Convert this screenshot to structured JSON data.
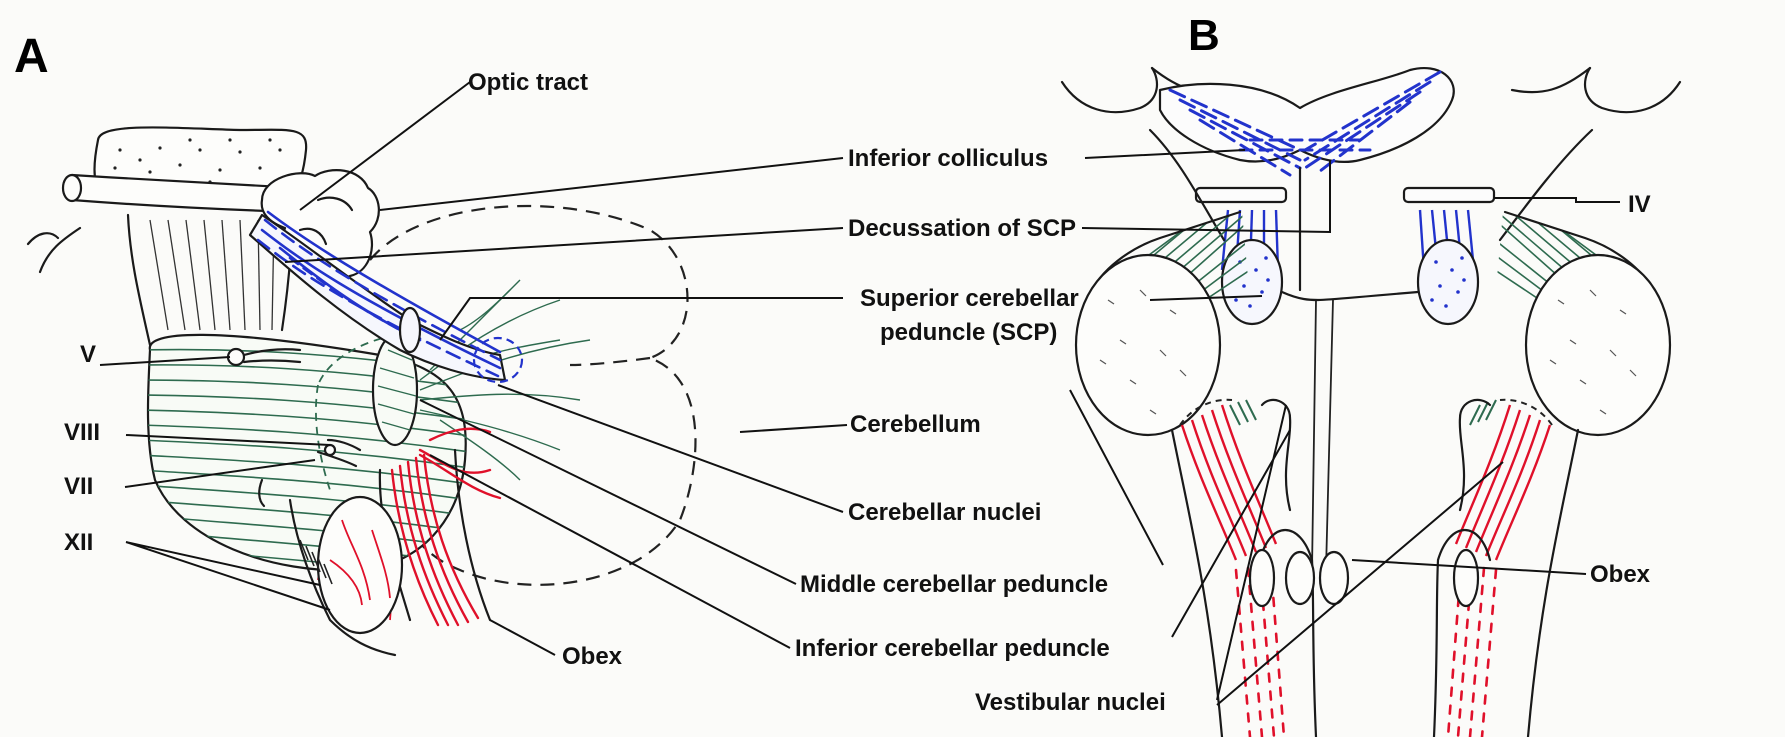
{
  "panels": {
    "a": "A",
    "b": "B"
  },
  "labels": {
    "optic_tract": "Optic tract",
    "inferior_colliculus": "Inferior colliculus",
    "decussation_scp": "Decussation of SCP",
    "scp_line1": "Superior cerebellar",
    "scp_line2": "peduncle (SCP)",
    "cerebellum": "Cerebellum",
    "cerebellar_nuclei": "Cerebellar nuclei",
    "middle_cerebellar_peduncle": "Middle cerebellar peduncle",
    "inferior_cerebellar_peduncle": "Inferior cerebellar peduncle",
    "obex_a": "Obex",
    "obex_b": "Obex",
    "vestibular_nuclei": "Vestibular nuclei",
    "nerve_iv": "IV",
    "nerve_v": "V",
    "nerve_viii": "VIII",
    "nerve_vii": "VII",
    "nerve_xii": "XII"
  },
  "colors": {
    "outline": "#1a1a1a",
    "scp_blue": "#2233cc",
    "mcp_green": "#2e6b4f",
    "icp_red": "#e0102a",
    "nuclei_red": "#e0102a"
  }
}
